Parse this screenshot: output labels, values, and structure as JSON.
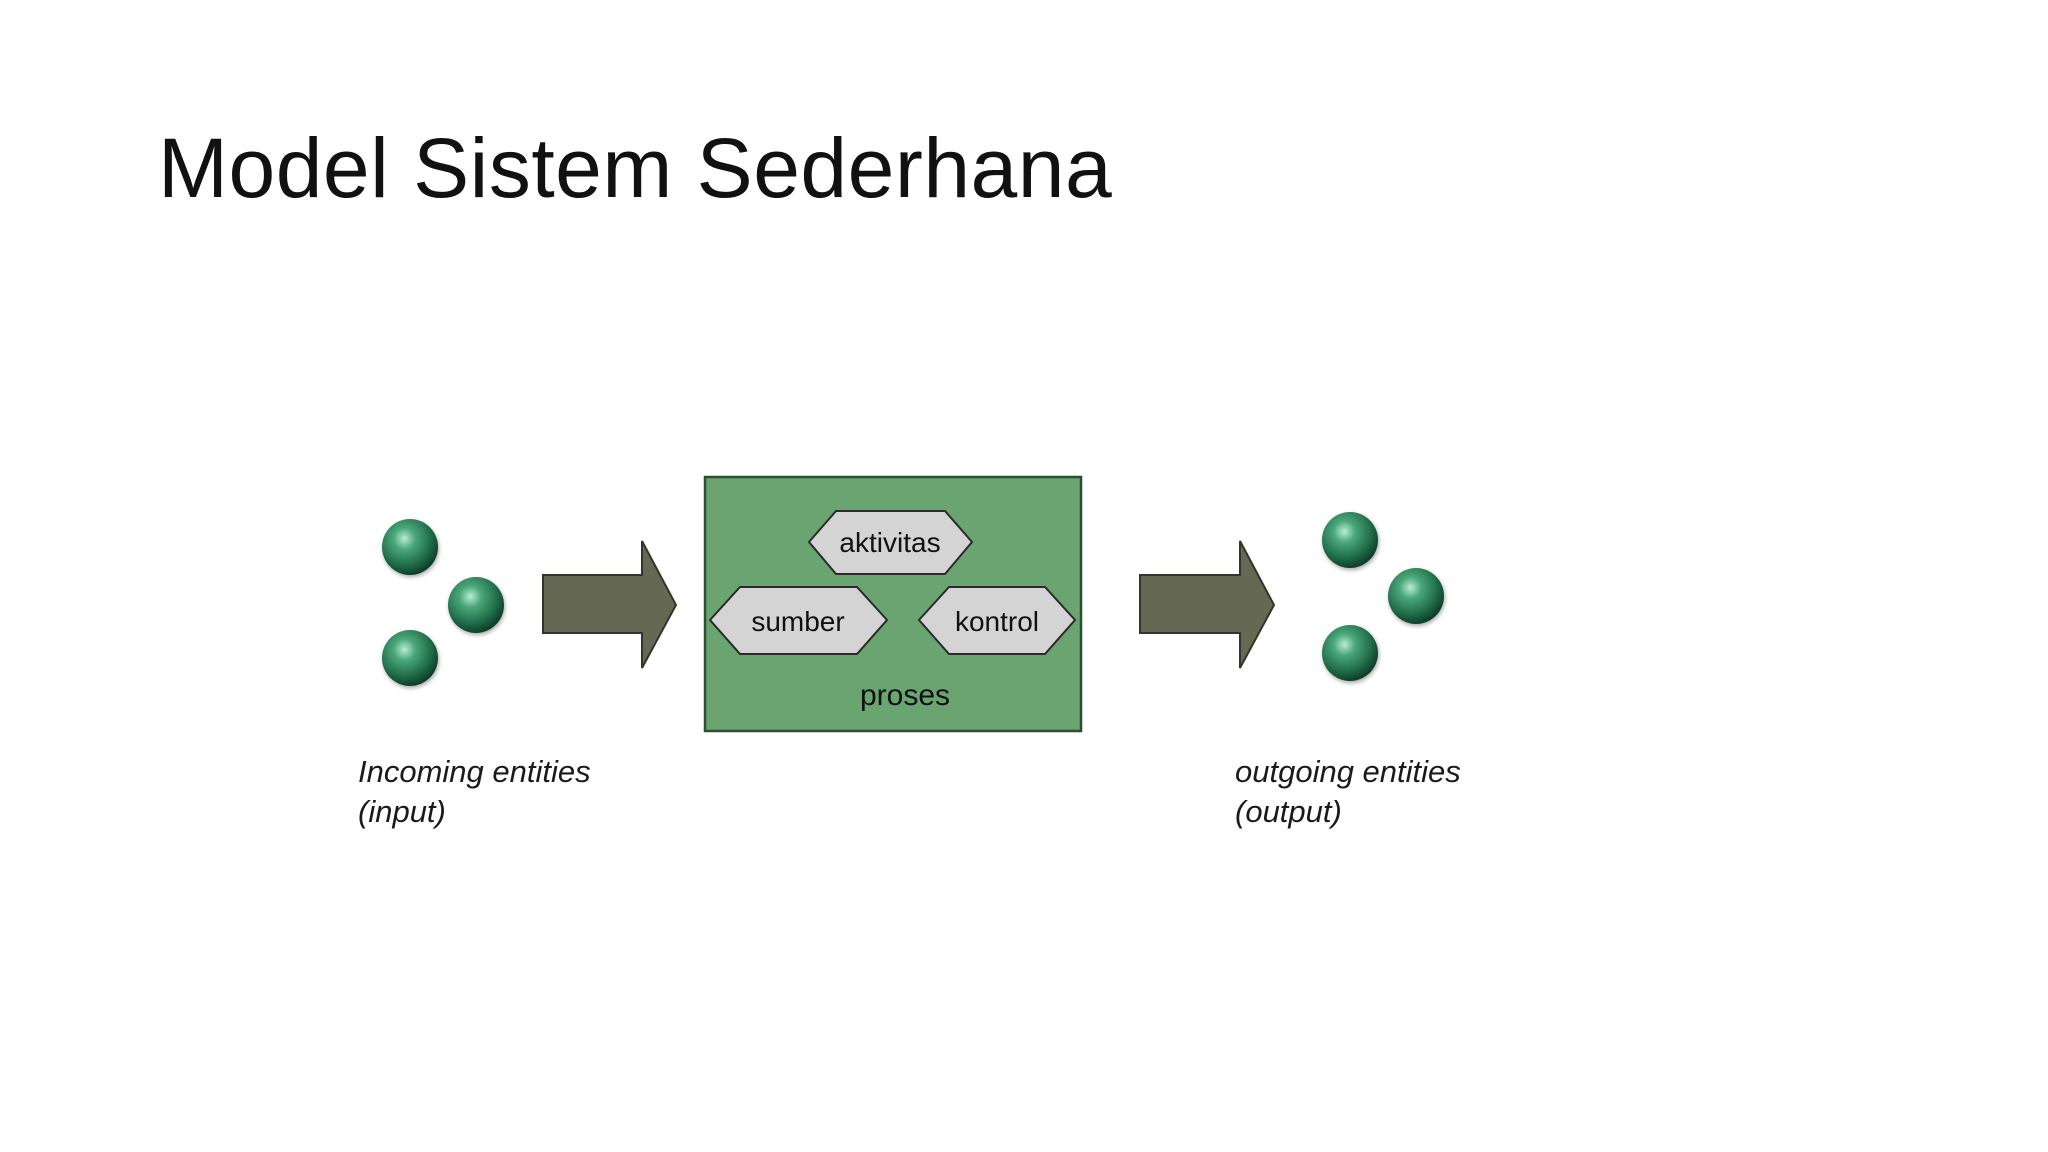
{
  "slide": {
    "title": "Model Sistem Sederhana"
  },
  "diagram": {
    "process_box": {
      "label": "proses",
      "fill_color": "#6aa470",
      "border_color": "#2f4f33"
    },
    "hexagons": {
      "aktivitas": "aktivitas",
      "sumber": "sumber",
      "kontrol": "kontrol",
      "fill_color": "#d4d4d4",
      "border_color": "#2a2a2a"
    },
    "arrows": {
      "fill_color": "#656853",
      "border_color": "#33352a"
    },
    "entities": {
      "color": "#2f8a5e",
      "input": {
        "line1": "Incoming entities",
        "line2": "(input)"
      },
      "output": {
        "line1": "outgoing entities",
        "line2": "(output)"
      }
    }
  }
}
